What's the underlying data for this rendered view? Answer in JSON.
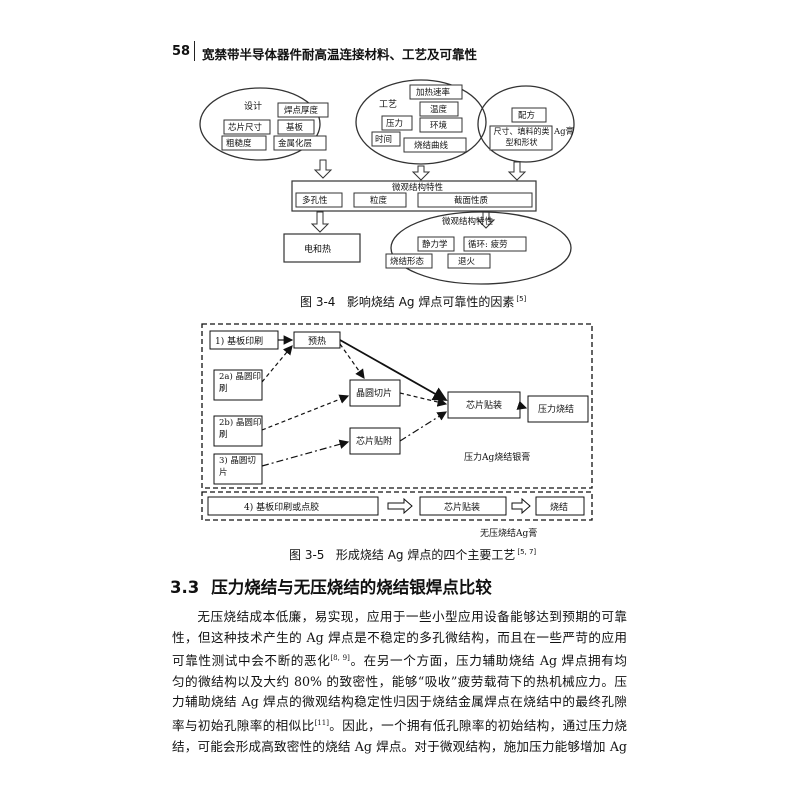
{
  "header": {
    "page_number": "58",
    "book_title": "宽禁带半导体器件耐高温连接材料、工艺及可靠性"
  },
  "figure_3_4": {
    "design_group": {
      "title": "设计",
      "items": [
        "焊点厚度",
        "芯片尺寸",
        "基板",
        "粗糙度",
        "金属化层"
      ]
    },
    "process_group": {
      "title": "工艺",
      "items": [
        "加热速率",
        "温度",
        "压力",
        "环境",
        "时间",
        "烧结曲线"
      ]
    },
    "formula_group": {
      "items": [
        "配方",
        "尺寸、填料的类型和形状",
        "Ag膏"
      ]
    },
    "microstructure": {
      "title": "微观结构特性",
      "items": [
        "多孔性",
        "粒度",
        "截面性质"
      ]
    },
    "electric_thermal": "电和热",
    "micro2": {
      "title": "微观结构特性",
      "items": [
        "静力学",
        "循环: 疲劳",
        "烧结形态",
        "退火"
      ]
    },
    "caption_label": "图 3-4",
    "caption_text": "影响烧结 Ag 焊点可靠性的因素",
    "caption_ref": "[5]"
  },
  "figure_3_5": {
    "boxes": {
      "step1": "1) 基板印刷",
      "preheat": "预热",
      "step2a": "2a) 晶圆印刷",
      "wafer_dice": "晶圆切片",
      "step2b": "2b) 晶圆印刷",
      "die_attach_mid": "芯片贴附",
      "step3": "3) 晶圆切片",
      "die_mount": "芯片贴装",
      "pressure_sinter": "压力烧结",
      "step4": "4) 基板印刷或点胶",
      "die_mount_2": "芯片贴装",
      "sinter": "烧结"
    },
    "pressure_label": "压力Ag烧结银膏",
    "pressureless_label": "无压烧结Ag膏",
    "caption_label": "图 3-5",
    "caption_text": "形成烧结 Ag 焊点的四个主要工艺",
    "caption_ref": "[5, 7]"
  },
  "section": {
    "number": "3.3",
    "title": "压力烧结与无压烧结的烧结银焊点比较"
  },
  "body": {
    "l1": "无压烧结成本低廉，易实现，应用于一些小型应用设备能够达到预期的可靠",
    "l2": "性，但这种技术产生的 Ag 焊点是不稳定的多孔微结构，而且在一些严苛的应用",
    "l3a": "可靠性测试中会不断的恶化",
    "l3ref": "[8, 9]",
    "l3b": "。在另一个方面，压力辅助烧结 Ag 焊点拥有均",
    "l4": "匀的微结构以及大约 80% 的致密性，能够“吸收”疲劳载荷下的热机械应力。压",
    "l5": "力辅助烧结 Ag 焊点的微观结构稳定性归因于烧结金属焊点在烧结中的最终孔隙",
    "l6a": "率与初始孔隙率的相似比",
    "l6ref": "[11]",
    "l6b": "。因此，一个拥有低孔隙率的初始结构，通过压力烧",
    "l7": "结，可能会形成高致密性的烧结 Ag 焊点。对于微观结构，施加压力能够增加 Ag"
  }
}
